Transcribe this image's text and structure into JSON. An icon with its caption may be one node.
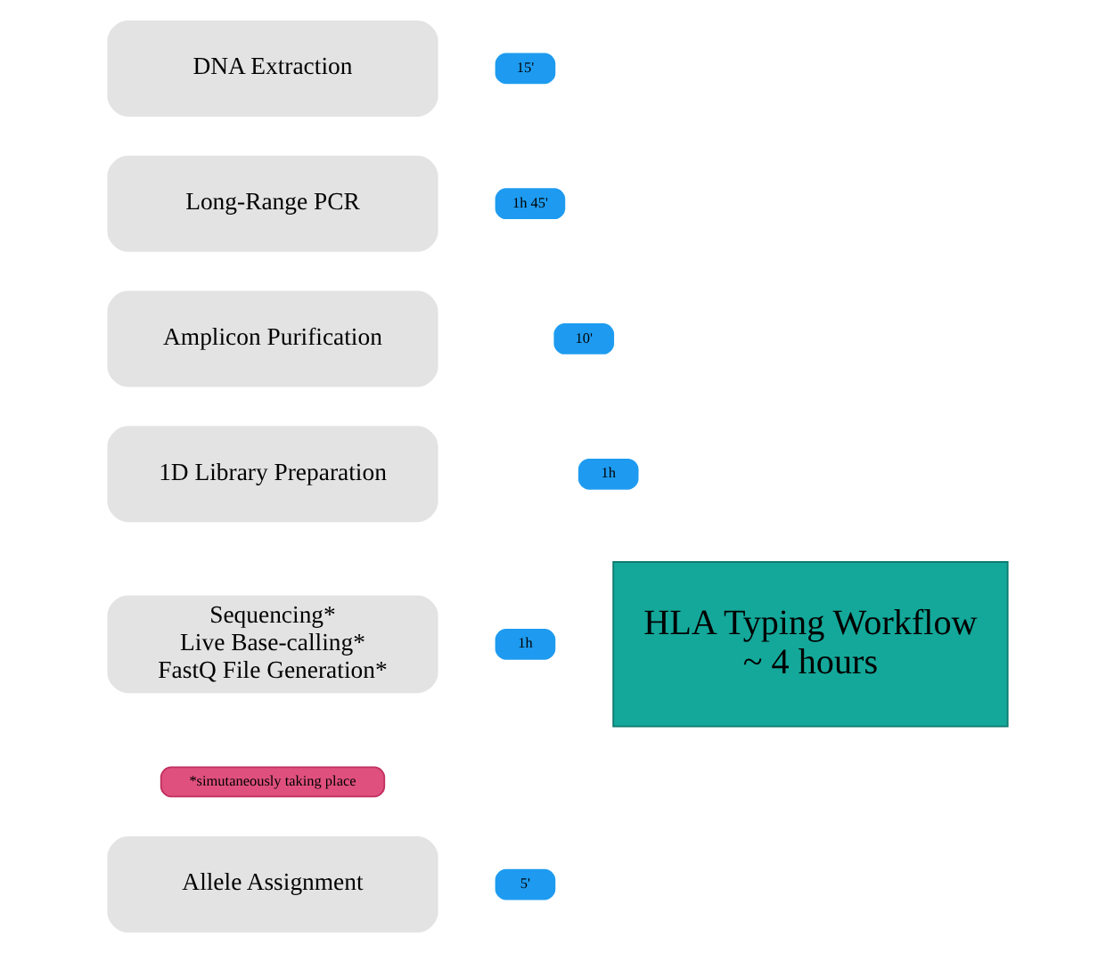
{
  "diagram": {
    "nodes": [
      {
        "text": [
          "DNA Extraction"
        ]
      },
      {
        "text": [
          "15'"
        ]
      },
      {
        "text": [
          "Long-Range PCR"
        ]
      },
      {
        "text": [
          "1h 45'"
        ]
      },
      {
        "text": [
          "Amplicon Purification"
        ]
      },
      {
        "text": [
          "10'"
        ]
      },
      {
        "text": [
          "1D Library Preparation"
        ]
      },
      {
        "text": [
          "1h"
        ]
      },
      {
        "text": [
          "Sequencing* Live Base-calling* FastQ File Generation*"
        ]
      },
      {
        "text": [
          "1h"
        ]
      },
      {
        "text": [
          "*simutaneously taking place"
        ]
      },
      {
        "text": [
          "Allele Assignment"
        ]
      },
      {
        "text": [
          "5'"
        ]
      },
      {
        "text": [
          "HLA Typing Workflow ~ 4 hours"
        ]
      }
    ]
  }
}
